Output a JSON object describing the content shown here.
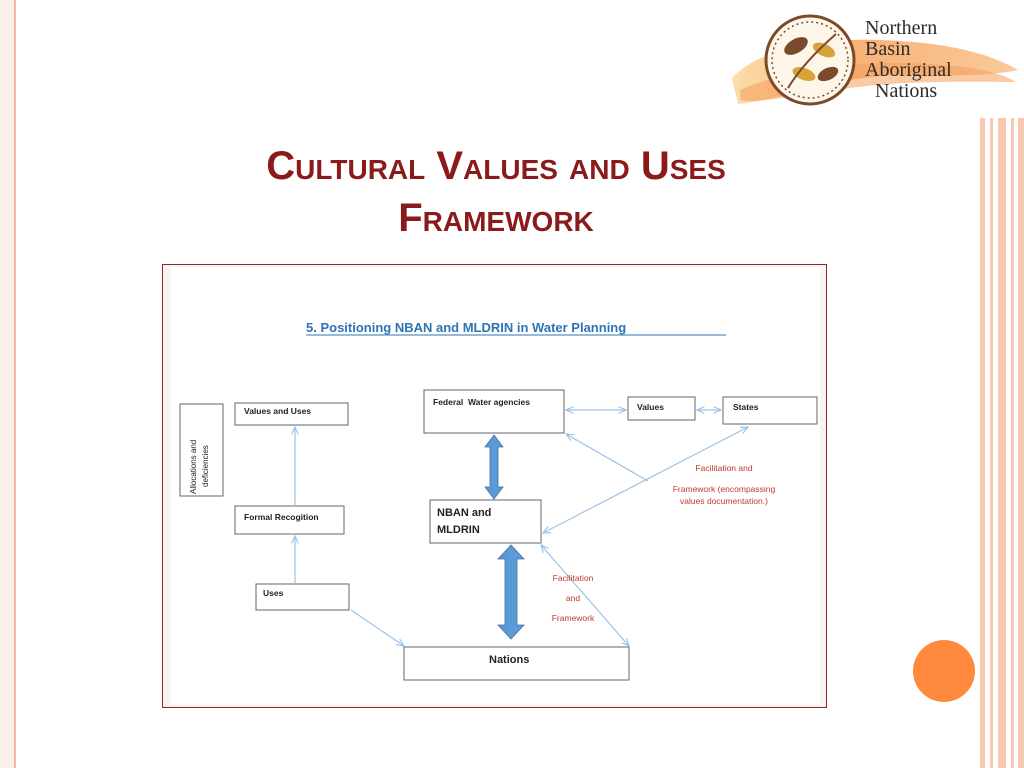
{
  "slide": {
    "title_line1": "Cultural Values and Uses",
    "title_line2": "Framework"
  },
  "logo": {
    "line1": "Northern",
    "line2": "Basin",
    "line3": "Aboriginal",
    "line4": "Nations"
  },
  "diagram": {
    "heading": "5. Positioning NBAN and MLDRIN in Water Planning",
    "side_label_line1": "Allocations and",
    "side_label_line2": "deficiencies",
    "values_and_uses": "Values and Uses",
    "formal_recognition": "Formal Recogition",
    "uses": "Uses",
    "federal_water_agencies": "Federal  Water agencies",
    "values": "Values",
    "states": "States",
    "nban_line1": "NBAN and",
    "nban_line2": "MLDRIN",
    "nations": "Nations",
    "annotation_right_line1": "Facilitation and",
    "annotation_right_line2": "Framework (encompassing",
    "annotation_right_line3": "values documentation.)",
    "annotation_lower_line1": "Facilitation",
    "annotation_lower_line2": "and",
    "annotation_lower_line3": "Framework"
  },
  "colors": {
    "title": "#8b1a1a",
    "heading": "#2e74b5",
    "arrow_fill": "#5b9bd5",
    "connector": "#9dc3e6",
    "annotation": "#c0392b",
    "accent_dot": "#ff8a3d"
  }
}
